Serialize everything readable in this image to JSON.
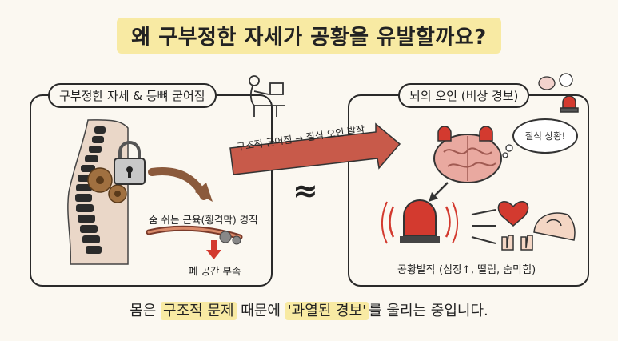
{
  "title": "왜 구부정한 자세가 공황을 유발할까요?",
  "left_panel": {
    "label": "구부정한 자세 & 등뼈 굳어짐",
    "diaphragm_caption": "숨 쉬는 근육(횡격막) 경직",
    "lung_caption": "폐 공간 부족"
  },
  "banner": {
    "text": "구조적 굳어짐 → 질식 오인 발작"
  },
  "approx_symbol": "≈",
  "right_panel": {
    "label": "뇌의 오인 (비상 경보)",
    "thought_bubble": "질식 상황!",
    "panic_caption": "공황발작 (심장↑, 떨림, 숨막힘)"
  },
  "bottom": {
    "prefix": "몸은 ",
    "highlight1": "구조적 문제",
    "middle": " 때문에 ",
    "highlight2": "'과열된 경보'",
    "suffix": "를 울리는 중입니다."
  },
  "colors": {
    "highlight": "#f8eaa3",
    "alarm_red": "#d33a2f",
    "brain_pink": "#e9a9a0",
    "gear": "#a07040"
  }
}
